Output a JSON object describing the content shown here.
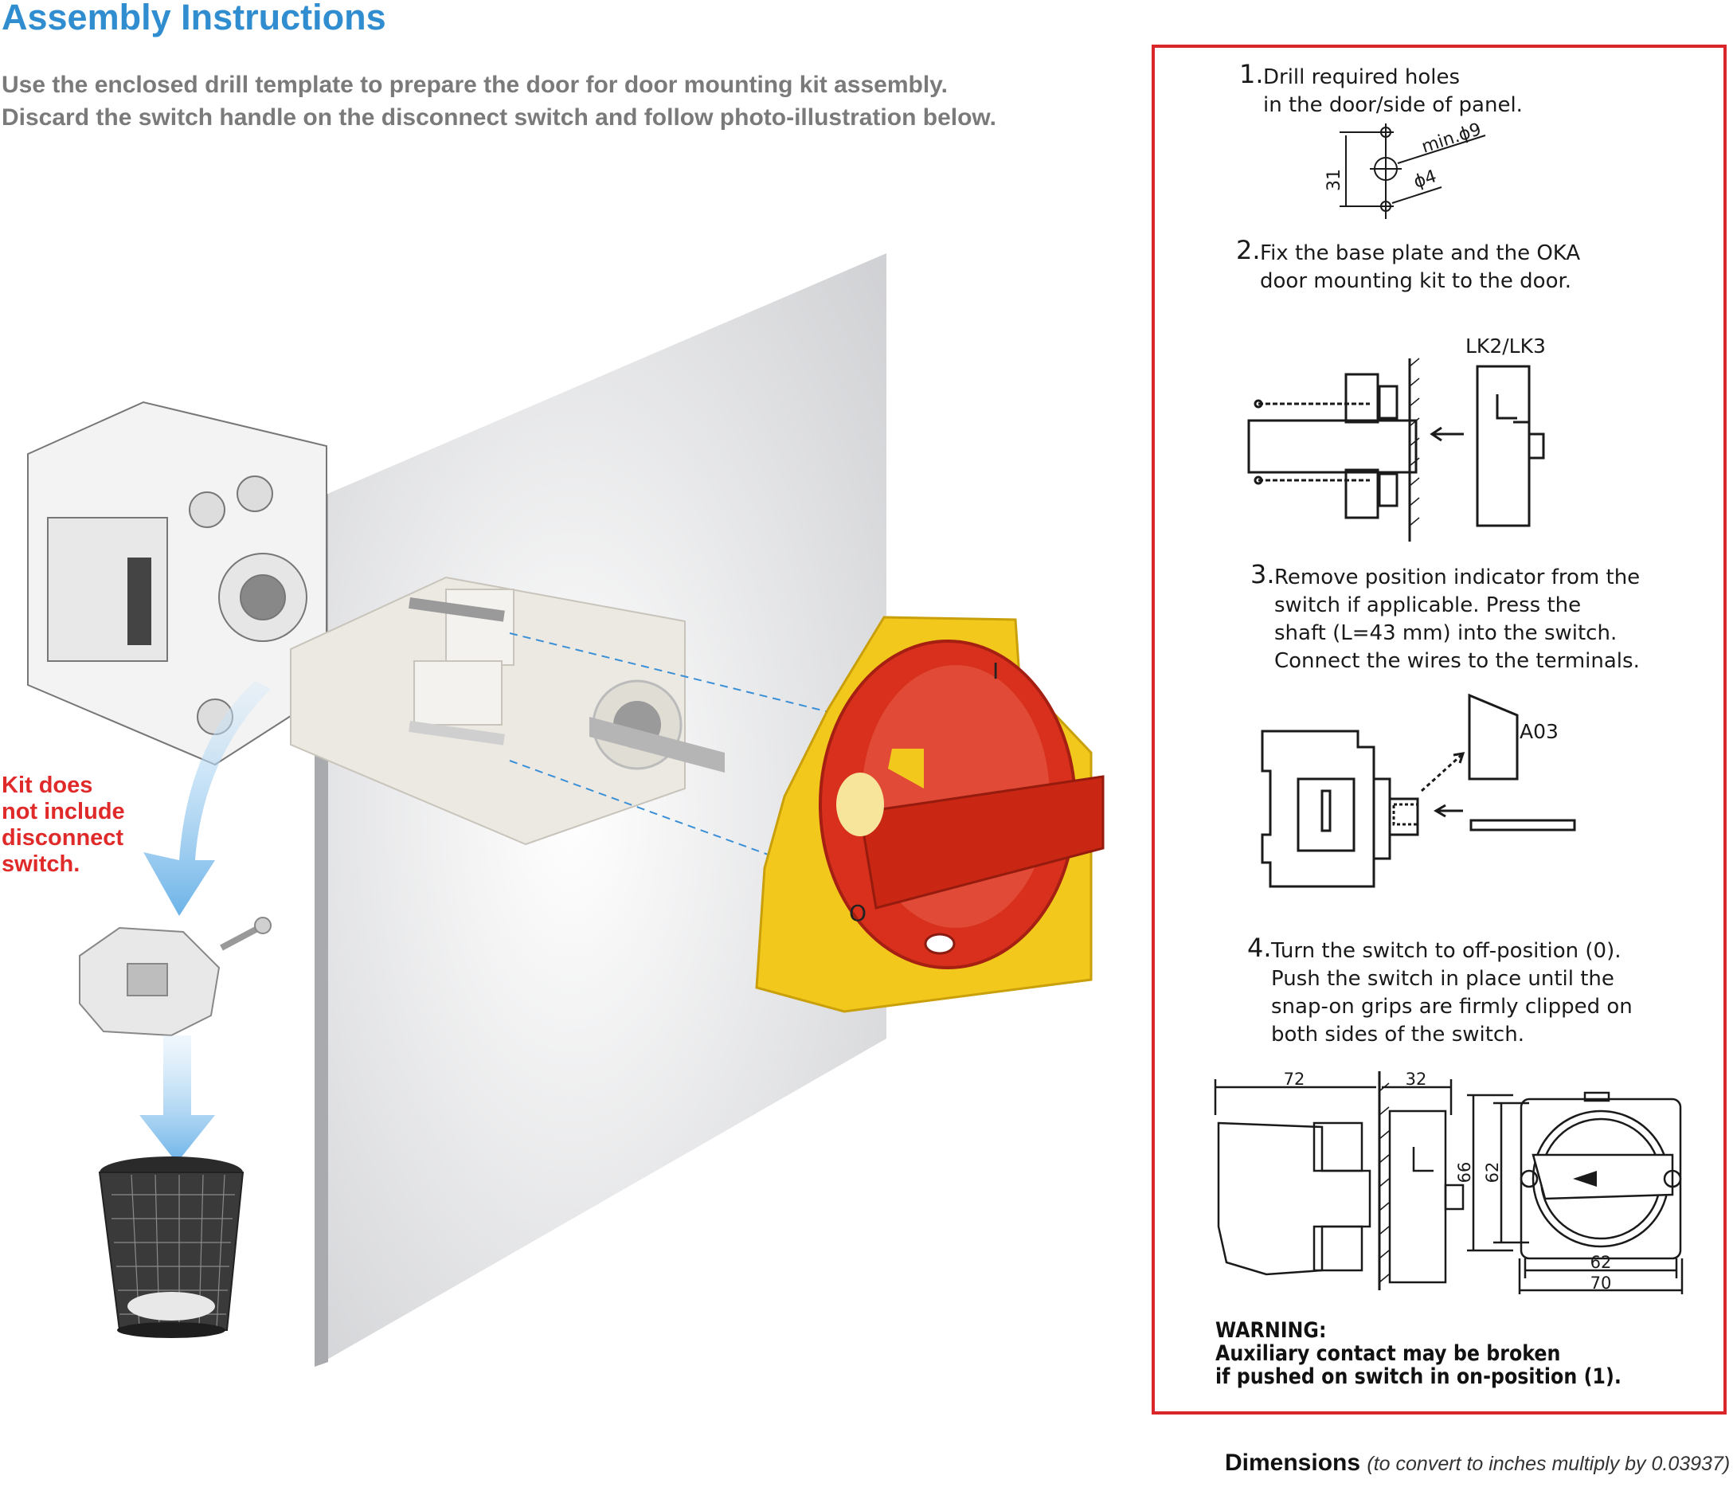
{
  "header": {
    "title": "Assembly Instructions",
    "intro_line1": "Use the enclosed drill template to prepare the door for door mounting kit assembly.",
    "intro_line2": "Discard the switch handle on the disconnect switch and follow photo-illustration below."
  },
  "kit_note": [
    "Kit does",
    "not include",
    "disconnect",
    "switch."
  ],
  "handle_marks": {
    "on": "I",
    "off": "O"
  },
  "instructions": {
    "step1": {
      "num": "1.",
      "lines": [
        "Drill required holes",
        "in the door/side of panel."
      ]
    },
    "step1_fig": {
      "height": "31",
      "hole_large": "min.ϕ9",
      "hole_small": "ϕ4"
    },
    "step2": {
      "num": "2.",
      "lines": [
        "Fix the base plate and the OKA",
        "door mounting kit to the door."
      ]
    },
    "step2_fig": {
      "label": "LK2/LK3"
    },
    "step3": {
      "num": "3.",
      "lines": [
        "Remove position indicator from the",
        "switch if applicable. Press the",
        "shaft (L=43 mm) into the switch.",
        "Connect the wires to the terminals."
      ]
    },
    "step3_fig": {
      "label": "A03"
    },
    "step4": {
      "num": "4.",
      "lines": [
        "Turn the switch to off-position (0).",
        "Push the switch in place until the",
        "snap-on grips are firmly clipped on",
        "both sides of the switch."
      ]
    },
    "step4_fig": {
      "dim_left": "72",
      "dim_right": "32",
      "dim_h1": "66",
      "dim_h2": "62",
      "dim_w1": "62",
      "dim_w2": "70"
    },
    "warning": {
      "title": "WARNING:",
      "line1": "Auxiliary contact may be broken",
      "line2": "if pushed on switch in on-position (1)."
    }
  },
  "footer": {
    "dims_label": "Dimensions",
    "dims_note": "(to convert to inches multiply by 0.03937)"
  },
  "colors": {
    "accent": "#2f8dd0",
    "red": "#d9262a",
    "yellow": "#f2c81d",
    "handle_red": "#d8301c",
    "arrow_blue": "#8cc4ee"
  }
}
